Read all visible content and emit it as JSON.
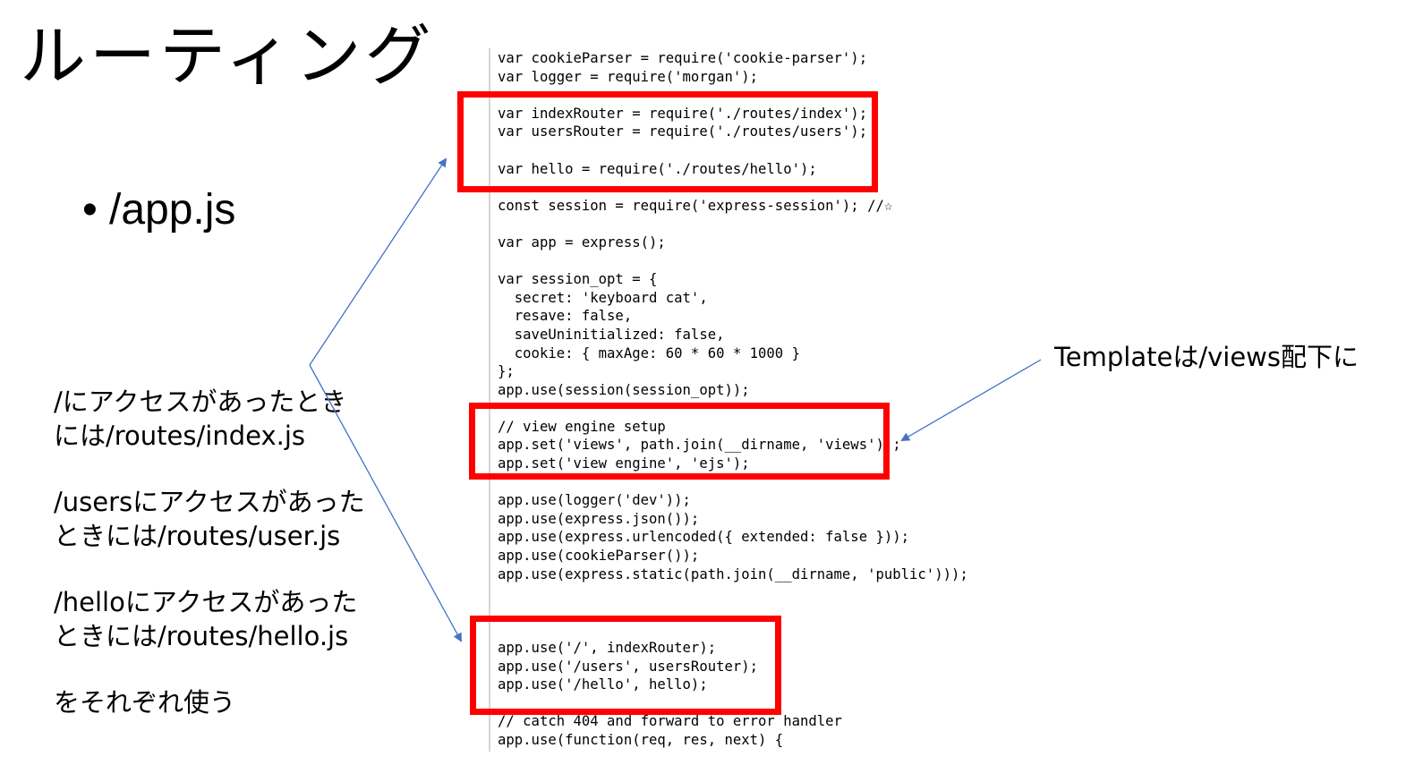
{
  "slide": {
    "title": "ルーティング",
    "bullet": "/app.js",
    "description": [
      [
        "/にアクセスがあったとき",
        "には/routes/index.js"
      ],
      [
        "/usersにアクセスがあった",
        "ときには/routes/user.js"
      ],
      [
        "/helloにアクセスがあった",
        "ときには/routes/hello.js"
      ],
      [
        "をそれぞれ使う"
      ]
    ],
    "note": "Templateは/views配下に"
  },
  "code_lines": [
    "var cookieParser = require('cookie-parser');",
    "var logger = require('morgan');",
    "",
    "var indexRouter = require('./routes/index');",
    "var usersRouter = require('./routes/users');",
    "",
    "var hello = require('./routes/hello');",
    "",
    "const session = require('express-session'); //☆",
    "",
    "var app = express();",
    "",
    "var session_opt = {",
    "  secret: 'keyboard cat',",
    "  resave: false,",
    "  saveUninitialized: false,",
    "  cookie: { maxAge: 60 * 60 * 1000 }",
    "};",
    "app.use(session(session_opt));",
    "",
    "// view engine setup",
    "app.set('views', path.join(__dirname, 'views'));",
    "app.set('view engine', 'ejs');",
    "",
    "app.use(logger('dev'));",
    "app.use(express.json());",
    "app.use(express.urlencoded({ extended: false }));",
    "app.use(cookieParser());",
    "app.use(express.static(path.join(__dirname, 'public')));",
    "",
    "",
    "",
    "app.use('/', indexRouter);",
    "app.use('/users', usersRouter);",
    "app.use('/hello', hello);",
    "",
    "// catch 404 and forward to error handler",
    "app.use(function(req, res, next) {"
  ],
  "colors": {
    "highlight": "#ff0000",
    "arrow": "#4472c4",
    "text": "#000000"
  }
}
